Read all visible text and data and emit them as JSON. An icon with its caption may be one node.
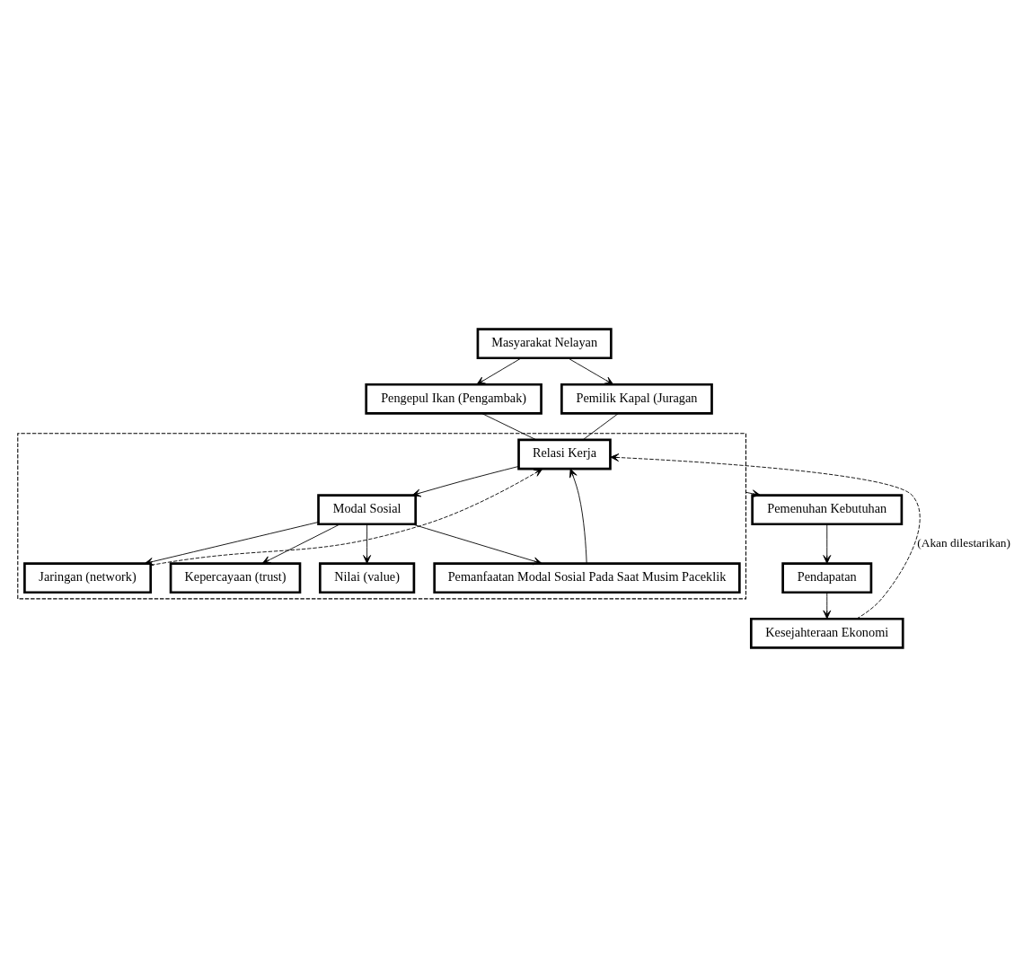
{
  "diagram": {
    "nodes": [
      {
        "text": [
          "Masyarakat Nelayan"
        ]
      },
      {
        "text": [
          "Pengepul Ikan (Pengambak)"
        ]
      },
      {
        "text": [
          "Pemilik Kapal (Juragan"
        ]
      },
      {
        "text": [],
        "shape": "box"
      },
      {
        "text": [
          "Relasi Kerja"
        ],
        "in": 3
      },
      {
        "text": [
          "Modal Sosial"
        ],
        "in": 3
      },
      {
        "text": [
          "Jaringan (network)"
        ],
        "in": 3
      },
      {
        "text": [
          "Kepercayaan (trust)"
        ],
        "in": 3
      },
      {
        "text": [
          "Nilai (value)"
        ],
        "in": 3
      },
      {
        "text": [
          "Pemanfaatan Modal Sosial Pada Saat Musim Paceklik"
        ],
        "in": 3
      },
      {
        "text": [
          "Pemenuhan Kebutuhan"
        ]
      },
      {
        "text": [
          "Pendapatan"
        ]
      },
      {
        "text": [
          "Kesejahteraan Ekonomi"
        ]
      }
    ],
    "edges": [
      {
        "from": 0,
        "to": 1,
        "arrow": "to"
      },
      {
        "from": 0,
        "to": 2,
        "arrow": "to"
      },
      {
        "from": 1,
        "to": 4,
        "arrow": "none"
      },
      {
        "from": 2,
        "to": 4,
        "arrow": "none"
      },
      {
        "from": 4,
        "to": 5,
        "arrow": "to"
      },
      {
        "from": 5,
        "to": 6,
        "arrow": "to"
      },
      {
        "from": 5,
        "to": 7,
        "arrow": "to"
      },
      {
        "from": 5,
        "to": 8,
        "arrow": "to"
      },
      {
        "from": 5,
        "to": 9,
        "arrow": "to"
      },
      {
        "from": 9,
        "to": 4,
        "arrow": "to"
      },
      {
        "from": 6,
        "to": 4,
        "arrow": "to",
        "style": "dashed"
      },
      {
        "from": 3,
        "to": 10,
        "arrow": "to"
      },
      {
        "from": 10,
        "to": 11,
        "arrow": "to"
      },
      {
        "from": 11,
        "to": 12,
        "arrow": "to"
      },
      {
        "from": 12,
        "to": 4,
        "arrow": "to",
        "style": "dashed",
        "label": "(Akan dilestarikan)"
      }
    ]
  }
}
